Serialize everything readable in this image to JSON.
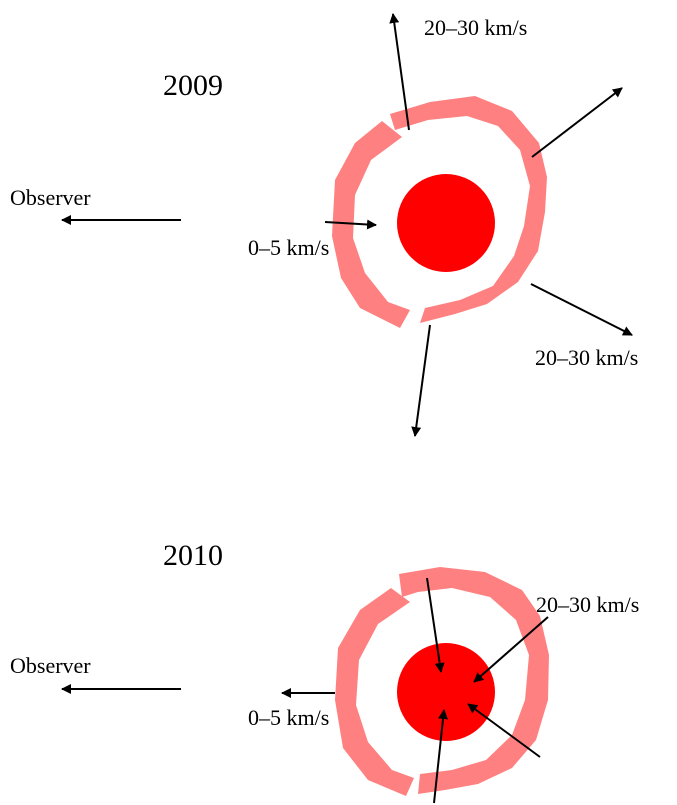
{
  "colors": {
    "core": "#ff0000",
    "shell": "#ff8080",
    "arrow": "#000000",
    "background": "#ffffff"
  },
  "panels": [
    {
      "year": "2009",
      "observer_label": "Observer",
      "inner_velocity_label": "0–5 km/s",
      "outer_velocity_labels": [
        "20–30 km/s",
        "20–30 km/s"
      ],
      "shell_motion": "expanding"
    },
    {
      "year": "2010",
      "observer_label": "Observer",
      "inner_velocity_label": "0–5 km/s",
      "outer_velocity_labels": [
        "20–30 km/s"
      ],
      "shell_motion": "infalling"
    }
  ]
}
